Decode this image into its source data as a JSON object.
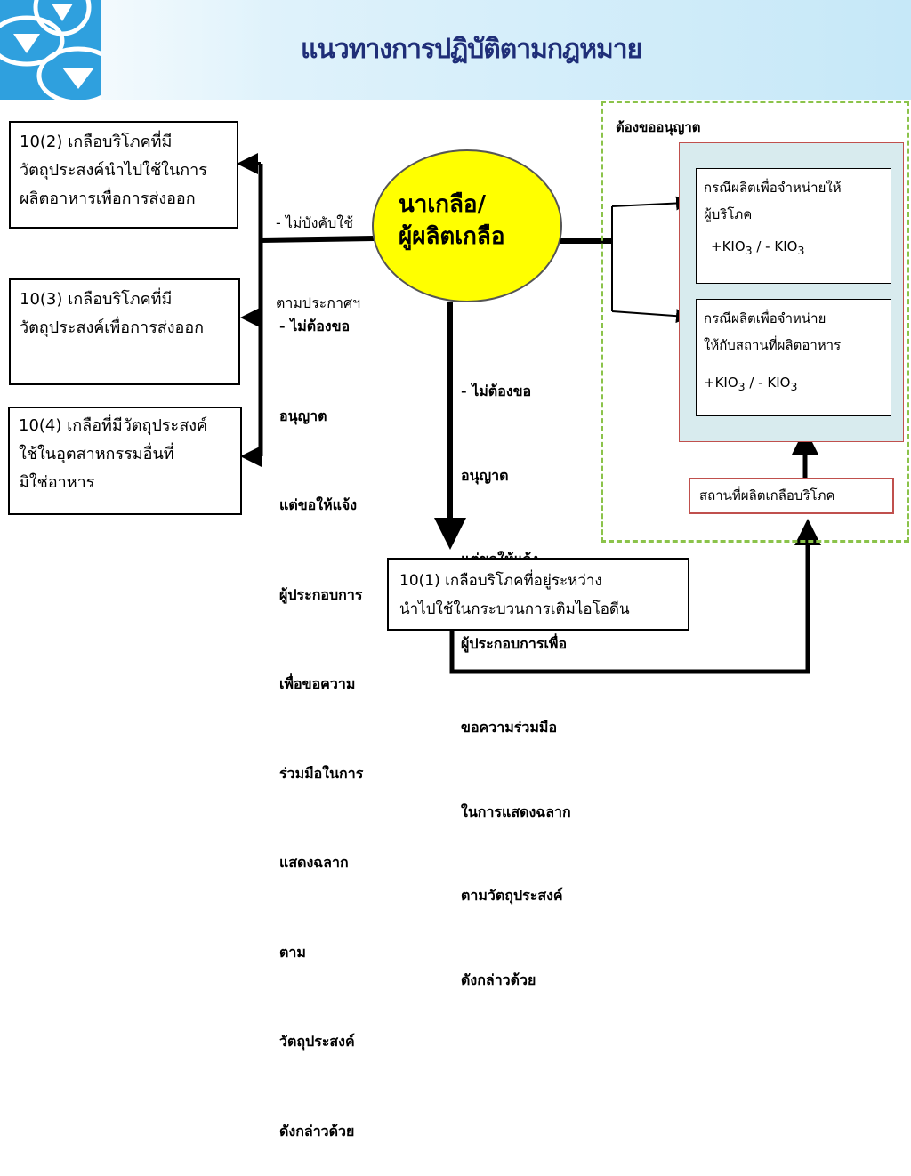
{
  "title": "แนวทางการปฏิบัติตามกฎหมาย",
  "logo": {
    "icon": "agency-emblem-icon",
    "color": "#2fa0de"
  },
  "center": {
    "label_line1": "นาเกลือ/",
    "label_line2": "ผู้ผลิตเกลือ",
    "color": "#ffff00"
  },
  "left_boxes": [
    {
      "lines": [
        "10(2) เกลือบริโภคที่มี",
        "วัตถุประสงค์นำไปใช้ในการ",
        "ผลิตอาหารเพื่อการส่งออก"
      ]
    },
    {
      "lines": [
        "10(3) เกลือบริโภคที่มี",
        "วัตถุประสงค์เพื่อการส่งออก"
      ]
    },
    {
      "lines": [
        "10(4) เกลือที่มีวัตถุประสงค์",
        "ใช้ในอุตสาหกรรมอื่นที่",
        "มิใช่อาหาร"
      ]
    }
  ],
  "note_top": {
    "lines": [
      "- ไม่บังคับใช้",
      "ตามประกาศฯ"
    ]
  },
  "note_left": {
    "lines": [
      "- ไม่ต้องขอ",
      "อนุญาต",
      "แต่ขอให้แจ้ง",
      "ผู้ประกอบการ",
      "เพื่อขอความ",
      "ร่วมมือในการ",
      "แสดงฉลาก",
      "ตาม",
      "วัตถุประสงค์",
      "ดังกล่าวด้วย"
    ]
  },
  "note_center": {
    "lines": [
      "- ไม่ต้องขอ",
      "อนุญาต",
      "แต่ขอให้แจ้ง",
      "ผู้ประกอบการเพื่อ",
      "ขอความร่วมมือ",
      "ในการแสดงฉลาก",
      "ตามวัตถุประสงค์",
      "ดังกล่าวด้วย"
    ]
  },
  "bottom_box": {
    "lines": [
      "10(1) เกลือบริโภคที่อยู่ระหว่าง",
      "นำไปใช้ในกระบวนการเติมไอโอดีน"
    ]
  },
  "permit_zone": {
    "label": "ต้องขออนุญาต",
    "border_color": "#8bc34a",
    "panel_color": "#d8ebee",
    "cases": [
      {
        "lines": [
          "กรณีผลิตเพื่อจำหน่ายให้",
          "ผู้บริโภค"
        ],
        "kio": "+KIO",
        "kio_sub": "3",
        "kio_sep": " /   - KIO",
        "kio_sub2": "3"
      },
      {
        "lines": [
          "กรณีผลิตเพื่อจำหน่าย",
          "ให้กับสถานที่ผลิตอาหาร"
        ],
        "kio": "+KIO",
        "kio_sub": "3",
        "kio_sep": " / - KIO",
        "kio_sub2": "3"
      }
    ]
  },
  "factory_box": {
    "label": "สถานที่ผลิตเกลือบริโภค",
    "border_color": "#c0504d"
  }
}
